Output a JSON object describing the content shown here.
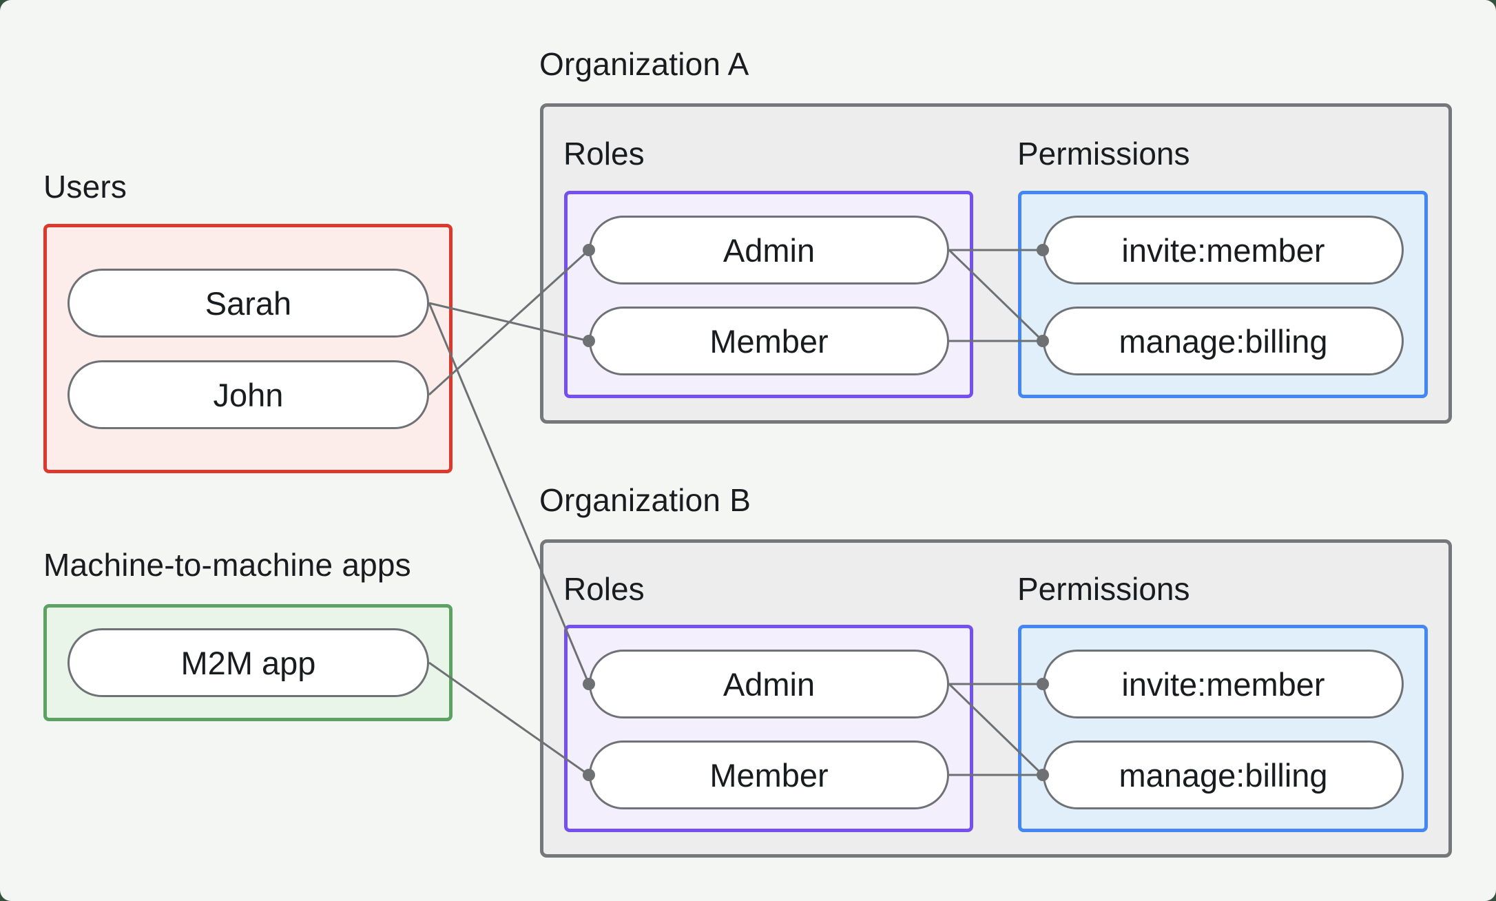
{
  "page": {
    "background": "#f4f6f4",
    "outer_background": "#35523f"
  },
  "colors": {
    "text": "#191c1f",
    "line": "#6e7174",
    "pill_border": "#6e7276",
    "pill_fill": "#ffffff",
    "box_border": "#75787a",
    "box_fill": "#ecedec",
    "red_border": "#dc382b",
    "red_fill": "#fcedeb",
    "green_border": "#5ba263",
    "green_fill": "#eaf5ea",
    "purple_border": "#7450f1",
    "purple_fill": "#f4effd",
    "blue_border": "#4287f5",
    "blue_fill": "#e1effb",
    "page_bg": "#f4f6f4",
    "outer_bg": "#35523f"
  },
  "users": {
    "label": "Users",
    "items": [
      {
        "label": "Sarah"
      },
      {
        "label": "John"
      }
    ]
  },
  "m2m": {
    "label": "Machine-to-machine apps",
    "items": [
      {
        "label": "M2M app"
      }
    ]
  },
  "organizations": [
    {
      "label": "Organization A",
      "roles_label": "Roles",
      "permissions_label": "Permissions",
      "roles": [
        {
          "label": "Admin"
        },
        {
          "label": "Member"
        }
      ],
      "permissions": [
        {
          "label": "invite:member"
        },
        {
          "label": "manage:billing"
        }
      ]
    },
    {
      "label": "Organization B",
      "roles_label": "Roles",
      "permissions_label": "Permissions",
      "roles": [
        {
          "label": "Admin"
        },
        {
          "label": "Member"
        }
      ],
      "permissions": [
        {
          "label": "invite:member"
        },
        {
          "label": "manage:billing"
        }
      ]
    }
  ],
  "connections": [
    {
      "from": "John",
      "to": "Organization A / Admin"
    },
    {
      "from": "Sarah",
      "to": "Organization A / Member"
    },
    {
      "from": "Sarah",
      "to": "Organization B / Admin"
    },
    {
      "from": "M2M app",
      "to": "Organization B / Member"
    },
    {
      "from": "Organization A / Admin",
      "to": "Organization A / invite:member"
    },
    {
      "from": "Organization A / Admin",
      "to": "Organization A / manage:billing"
    },
    {
      "from": "Organization A / Member",
      "to": "Organization A / manage:billing"
    },
    {
      "from": "Organization B / Admin",
      "to": "Organization B / invite:member"
    },
    {
      "from": "Organization B / Admin",
      "to": "Organization B / manage:billing"
    },
    {
      "from": "Organization B / Member",
      "to": "Organization B / manage:billing"
    }
  ]
}
